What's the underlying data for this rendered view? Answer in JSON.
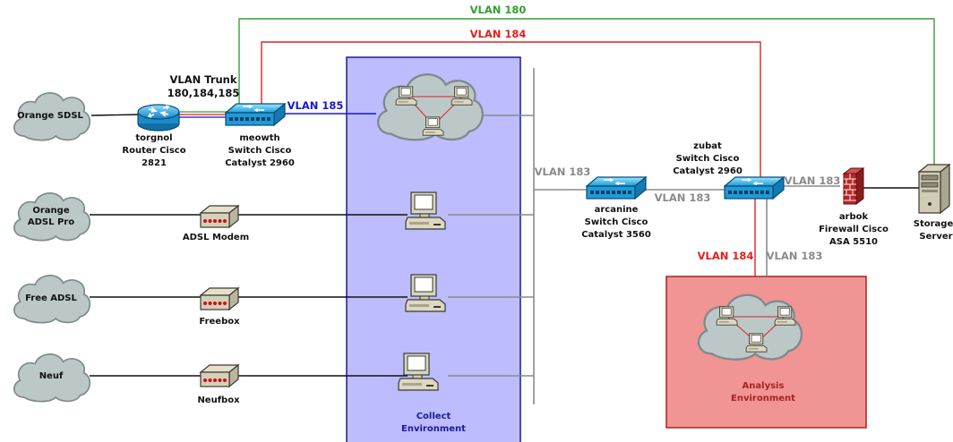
{
  "colors": {
    "vlan180": "#33a033",
    "vlan184": "#dd2222",
    "vlan185": "#1818cc",
    "vlan183": "#8a8a8a",
    "collect_fill": "#bcbcff",
    "collect_stroke": "#1a1a99",
    "analysis_fill": "#f09494",
    "analysis_stroke": "#aa2222",
    "cloud": "#bcc8c8"
  },
  "labels": {
    "vlan180_top": "VLAN 180",
    "vlan184_top": "VLAN 184",
    "vlan_trunk_1": "VLAN Trunk",
    "vlan_trunk_2": "180,184,185",
    "vlan185": "VLAN 185",
    "vlan183_left": "VLAN 183",
    "vlan183_mid": "VLAN 183",
    "vlan183_fw": "VLAN 183",
    "vlan184_down": "VLAN 184",
    "vlan183_down": "VLAN 183"
  },
  "isps": {
    "orange_sdsl": "Orange SDSL",
    "orange_adsl_1": "Orange",
    "orange_adsl_2": "ADSL Pro",
    "free_adsl": "Free ADSL",
    "neuf": "Neuf"
  },
  "devices": {
    "torgnol": [
      "torgnol",
      "Router Cisco",
      "2821"
    ],
    "meowth": [
      "meowth",
      "Switch Cisco",
      "Catalyst 2960"
    ],
    "adsl_modem": "ADSL Modem",
    "freebox": "Freebox",
    "neufbox": "Neufbox",
    "arcanine": [
      "arcanine",
      "Switch Cisco",
      "Catalyst 3560"
    ],
    "zubat": [
      "zubat",
      "Switch Cisco",
      "Catalyst 2960"
    ],
    "arbok": [
      "arbok",
      "Firewall Cisco",
      "ASA 5510"
    ],
    "storage": [
      "Storage",
      "Server"
    ]
  },
  "environments": {
    "collect": [
      "Collect",
      "Environment"
    ],
    "analysis": [
      "Analysis",
      "Environment"
    ]
  }
}
